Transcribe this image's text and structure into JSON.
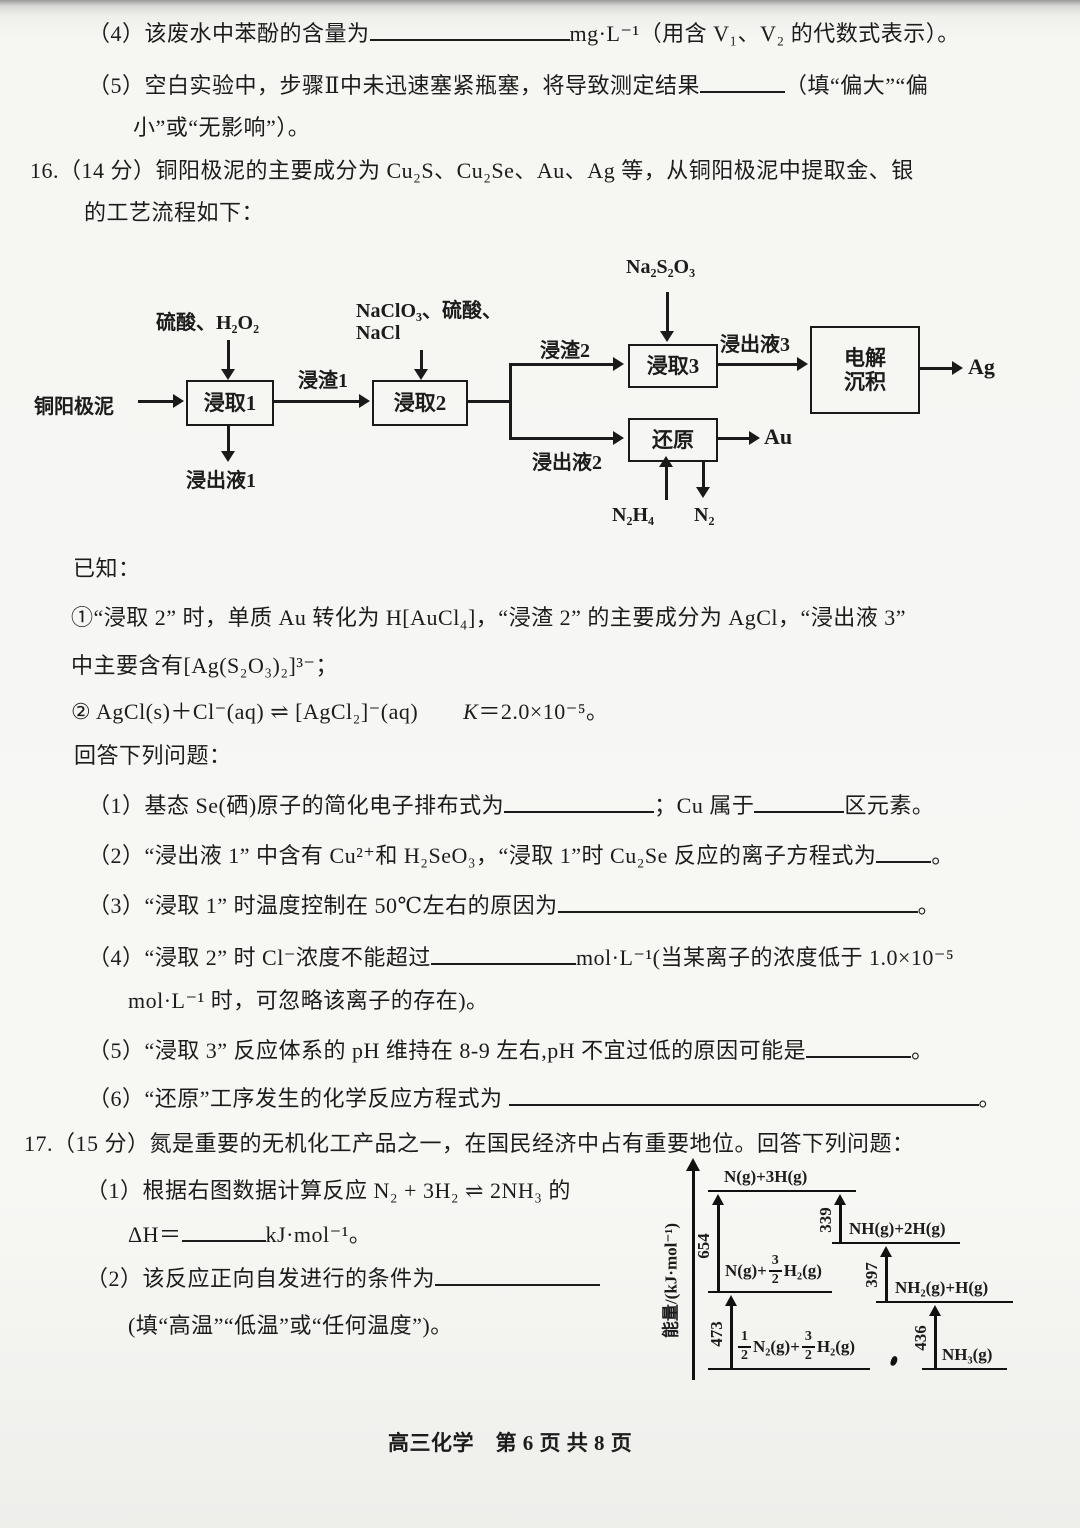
{
  "page": {
    "footer": "高三化学　第 6 页 共 8 页"
  },
  "q15": {
    "item4_pre": "（4）该废水中苯酚的含量为",
    "item4_post": "mg·L⁻¹（用含 V₁、V₂ 的代数式表示）。",
    "item5_pre": "（5）空白实验中，步骤Ⅱ中未迅速塞紧瓶塞，将导致测定结果",
    "item5_post": "（填“偏大”“偏",
    "item5_cont": "小”或“无影响”）。"
  },
  "q16": {
    "stem_line1": "16.（14 分）铜阳极泥的主要成分为 Cu₂S、Cu₂Se、Au、Ag 等，从铜阳极泥中提取金、银",
    "stem_line2": "的工艺流程如下：",
    "flow": {
      "input": "铜阳极泥",
      "reagent1": "硫酸、H₂O₂",
      "box1": "浸取1",
      "out1": "浸出液1",
      "slag1": "浸渣1",
      "reagent2_line1": "NaClO₃、硫酸、",
      "reagent2_line2": "NaCl",
      "box2": "浸取2",
      "slag2": "浸渣2",
      "reagent3": "Na₂S₂O₃",
      "box3": "浸取3",
      "out3": "浸出液3",
      "box4_line1": "电解",
      "box4_line2": "沉积",
      "product_ag": "Ag",
      "out2": "浸出液2",
      "box5": "还原",
      "product_au": "Au",
      "reagent4": "N₂H₄",
      "byproduct": "N₂"
    },
    "known_label": "已知：",
    "known1_line1": "①“浸取 2” 时，单质 Au 转化为 H[AuCl₄]，“浸渣 2” 的主要成分为 AgCl，“浸出液 3”",
    "known1_line2": "中主要含有[Ag(S₂O₃)₂]³⁻；",
    "known2_pre": "② AgCl(s)＋Cl⁻(aq) ⇌ [AgCl₂]⁻(aq)　　",
    "known2_k": "K",
    "known2_post": "＝2.0×10⁻⁵。",
    "prompt": "回答下列问题：",
    "sub1_a": "（1）基态 Se(硒)原子的简化电子排布式为",
    "sub1_b": "；Cu 属于",
    "sub1_c": "区元素。",
    "sub2_a": "（2）“浸出液 1” 中含有 Cu²⁺和 H₂SeO₃，“浸取 1”时 Cu₂Se 反应的离子方程式为",
    "sub2_b": "。",
    "sub3_a": "（3）“浸取 1” 时温度控制在 50℃左右的原因为",
    "sub3_b": "。",
    "sub4_a": "（4）“浸取 2” 时 Cl⁻浓度不能超过",
    "sub4_b": "mol·L⁻¹(当某离子的浓度低于 1.0×10⁻⁵",
    "sub4_cont": "mol·L⁻¹ 时，可忽略该离子的存在)。",
    "sub5_a": "（5）“浸取 3” 反应体系的 pH 维持在 8-9 左右,pH 不宜过低的原因可能是",
    "sub5_b": "。",
    "sub6_a": "（6）“还原”工序发生的化学反应方程式为 ",
    "sub6_b": "。"
  },
  "q17": {
    "stem": "17.（15 分）氮是重要的无机化工产品之一，在国民经济中占有重要地位。回答下列问题：",
    "sub1_a": "（1）根据右图数据计算反应 N₂ + 3H₂ ⇌  2NH₃ 的",
    "sub1_b": "ΔH＝",
    "sub1_c": "kJ·mol⁻¹。",
    "sub2_a": "（2）该反应正向自发进行的条件为",
    "sub2_b": "(填“高温”“低温”或“任何温度”)。",
    "energy_diagram": {
      "ylabel": "能量/(kJ·mol⁻¹)",
      "level_top": "N(g)+3H(g)",
      "level_mid_pre": "N(g)+",
      "level_mid_num": "3",
      "level_mid_den": "2",
      "level_mid_post": "H₂(g)",
      "level_bottom_num1": "1",
      "level_bottom_den1": "2",
      "level_bottom_mid": "N₂(g)+",
      "level_bottom_num2": "3",
      "level_bottom_den2": "2",
      "level_bottom_post": "H₂(g)",
      "level_nh": "NH(g)+2H(g)",
      "level_nh2": "NH₂(g)+H(g)",
      "level_nh3": "NH₃(g)",
      "e1": "654",
      "e2": "473",
      "e3": "339",
      "e4": "397",
      "e5": "436"
    }
  }
}
